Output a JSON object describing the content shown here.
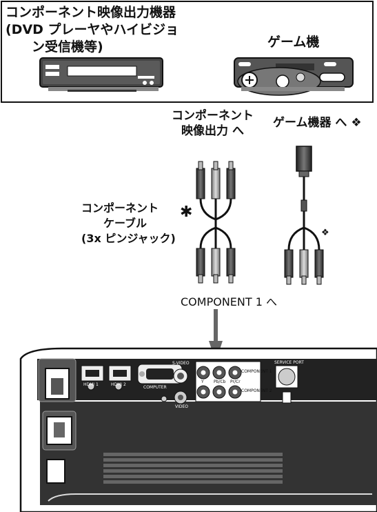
{
  "top_box": {
    "component_device_title": "コンポーネント映像出力機器\n(DVD プレーヤやハイビジョ\n　　ン受信機等)",
    "game_console_title": "ゲーム機"
  },
  "connection_labels": {
    "component_out": "コンポーネント\n映像出力 へ",
    "game_device": "ゲーム機器 へ ❖",
    "cable_name": "コンポーネント\n　　ケーブル\n(3x ピンジャック)",
    "asterisk": "✱",
    "diamond": "❖",
    "target": "COMPONENT 1 へ"
  },
  "panel_labels": {
    "hdmi1": "HDMI 1",
    "hdmi2": "HDMI 2",
    "computer": "COMPUTER",
    "svideo": "S-VIDEO",
    "video": "VIDEO",
    "comp1": "COMPONENT 1",
    "comp2": "COMPONENT 2",
    "y": "Y",
    "pbcb": "Pb/Cb",
    "prcr": "Pr/Cr",
    "service_port": "SERVICE PORT"
  }
}
